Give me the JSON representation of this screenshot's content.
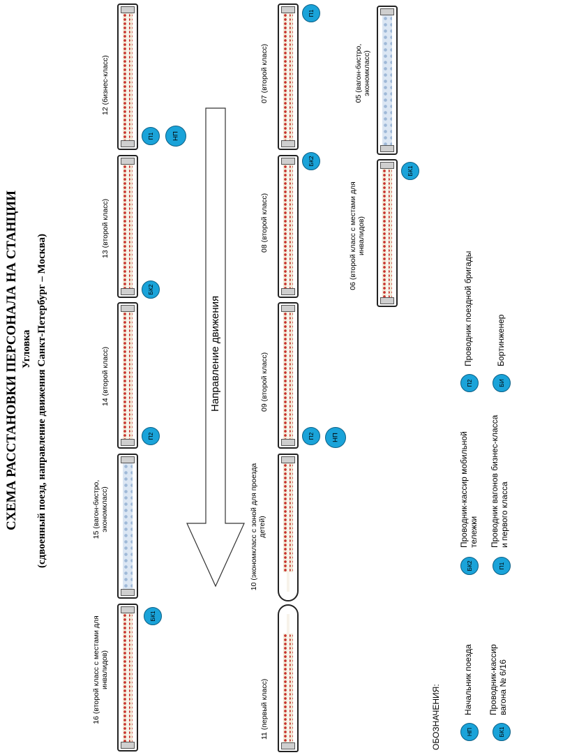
{
  "header": {
    "title": "СХЕМА РАССТАНОВКИ ПЕРСОНАЛА НА СТАНЦИИ",
    "station": "Угловка",
    "subtitle": "(сдвоенный поезд, направление движения Санкт-Петербург – Москва)"
  },
  "direction": {
    "label": "Направление движения"
  },
  "cars": {
    "c16": "16 (второй класс с местами для инвалидов)",
    "c15": "15 (вагон-бистро, экономкласс)",
    "c14": "14 (второй класс)",
    "c13": "13 (второй класс)",
    "c12": "12 (бизнес-класс)",
    "c11": "11 (первый класс)",
    "c10": "10 (экономкласс с зоной для проезда детей)",
    "c09": "09 (второй класс)",
    "c08": "08 (второй класс)",
    "c07": "07 (второй класс)",
    "c06": "06 (второй класс с местами для инвалидов)",
    "c05": "05 (вагон-бистро, экономкласс)"
  },
  "badges": {
    "bk1": "БК1",
    "bk2": "БК2",
    "p1": "П1",
    "p2": "П2",
    "np": "НП",
    "bi": "БИ"
  },
  "legend": {
    "title": "ОБОЗНАЧЕНИЯ:",
    "np": "Начальник поезда",
    "bk1": "Проводник-кассир вагона № 6/16",
    "bk2": "Проводник-кассир мобильной тележки",
    "p1": "Проводник вагонов бизнес-класса и первого класса",
    "p2": "Проводник поездной бригады",
    "bi": "Бортинженер"
  },
  "colors": {
    "badge": "#1aa3d9",
    "seat": "#c8322d",
    "bistro": "#dbe6f3"
  }
}
